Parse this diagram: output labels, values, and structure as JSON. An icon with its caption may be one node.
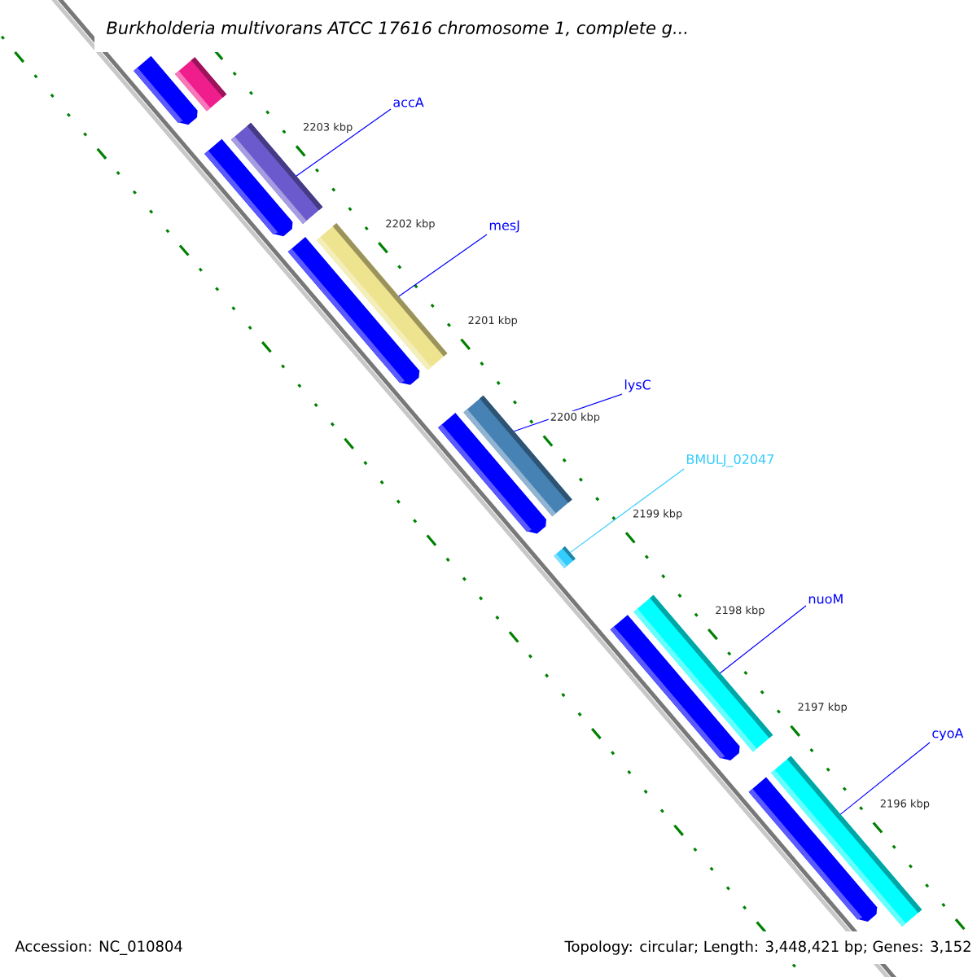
{
  "diagram": {
    "title": "Burkholderia multivorans ATCC 17616 chromosome 1, complete g...",
    "nodes": [
      {
        "text": [
          "accA"
        ]
      },
      {
        "text": [],
        "shape": "bar"
      },
      {
        "text": [
          "mesJ"
        ]
      },
      {
        "text": [],
        "shape": "bar"
      },
      {
        "text": [
          "lysC"
        ]
      },
      {
        "text": [],
        "shape": "bar"
      },
      {
        "text": [
          "BMULJ_02047"
        ]
      },
      {
        "text": [],
        "shape": "bar"
      },
      {
        "text": [
          "nuoM"
        ]
      },
      {
        "text": [],
        "shape": "bar"
      },
      {
        "text": [
          "cyoA"
        ]
      },
      {
        "text": [],
        "shape": "bar"
      },
      {
        "text": [],
        "shape": "bar"
      },
      {
        "text": [],
        "shape": "bar"
      },
      {
        "text": [],
        "shape": "bar"
      },
      {
        "text": [],
        "shape": "bar"
      },
      {
        "text": [],
        "shape": "bar"
      },
      {
        "text": [],
        "shape": "bar"
      },
      {
        "text": [],
        "shape": "bar"
      }
    ],
    "edges": [
      {
        "from": 0,
        "to": 1,
        "arrow": "none"
      },
      {
        "from": 2,
        "to": 3,
        "arrow": "none"
      },
      {
        "from": 4,
        "to": 5,
        "arrow": "none"
      },
      {
        "from": 6,
        "to": 7,
        "arrow": "none",
        "color": "#33ccff"
      },
      {
        "from": 8,
        "to": 9,
        "arrow": "none"
      },
      {
        "from": 10,
        "to": 11,
        "arrow": "none"
      }
    ],
    "labels": [
      "2203 kbp",
      "2202 kbp",
      "2201 kbp",
      "2200 kbp",
      "2199 kbp",
      "2198 kbp",
      "2197 kbp",
      "2196 kbp",
      "Accession: NC_010804",
      "Topology: circular; Length: 3,448,421 bp; Genes: 3,152"
    ]
  }
}
